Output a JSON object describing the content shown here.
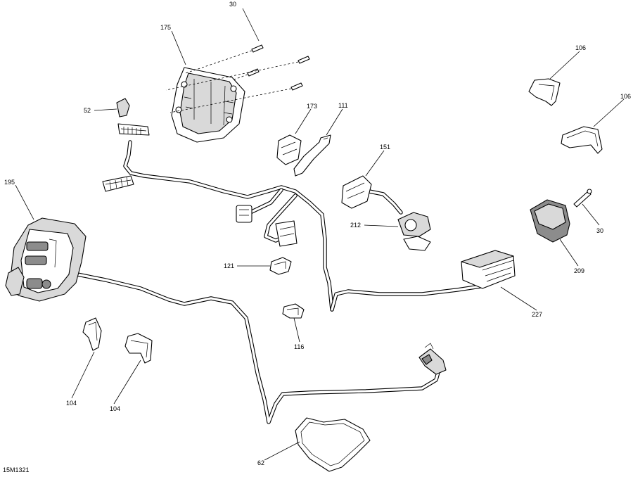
{
  "drawing_id": "15M1321",
  "callouts": {
    "p30a": "30",
    "p175": "175",
    "p52": "52",
    "p173": "173",
    "p111": "111",
    "p106a": "106",
    "p106b": "106",
    "p195": "195",
    "p151": "151",
    "p212": "212",
    "p30b": "30",
    "p121": "121",
    "p209": "209",
    "p227": "227",
    "p116": "116",
    "p104a": "104",
    "p104b": "104",
    "p62": "62"
  }
}
